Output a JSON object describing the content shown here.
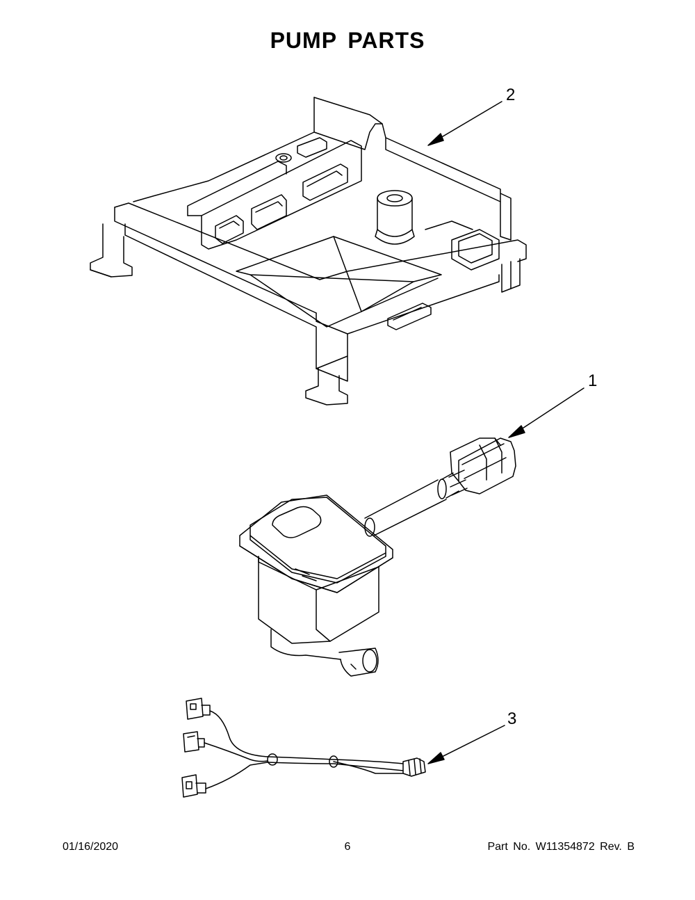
{
  "page": {
    "title": "PUMP PARTS"
  },
  "callouts": {
    "c1": "1",
    "c2": "2",
    "c3": "3"
  },
  "footer": {
    "date": "01/16/2020",
    "page_number": "6",
    "part_info": "Part No.  W11354872  Rev.  B"
  }
}
